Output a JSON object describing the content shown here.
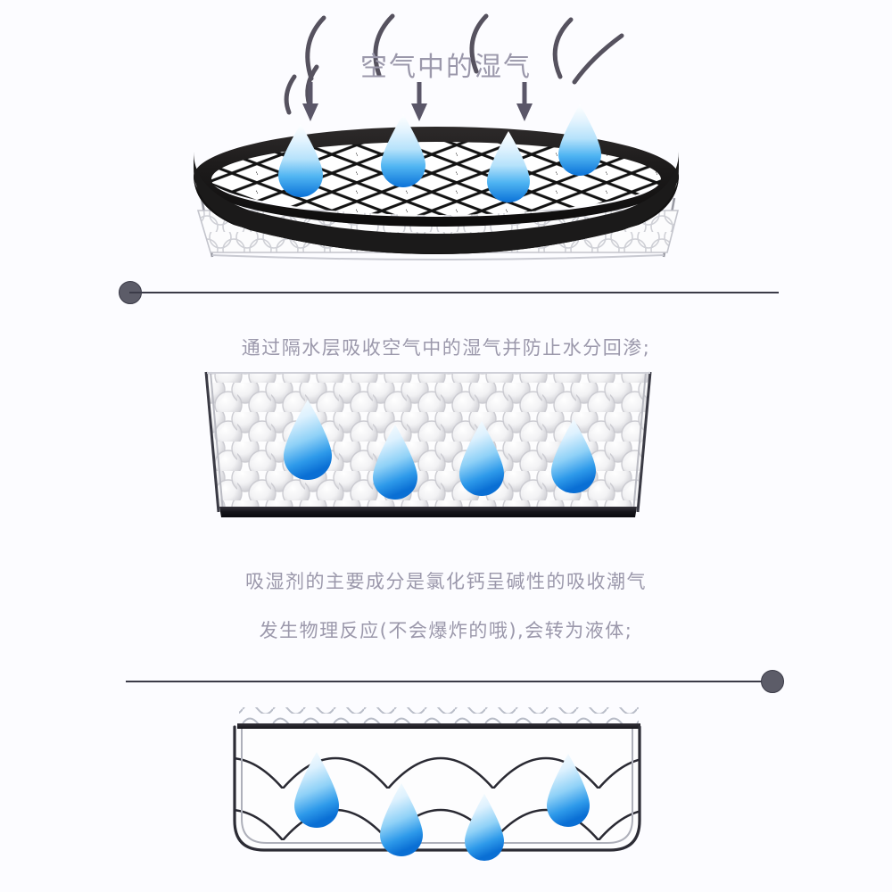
{
  "page": {
    "background_color": "#fcfcff",
    "text_color": "#9b98ab",
    "accent_line_color": "#3b3b48",
    "knob_color": "#5c5c68",
    "droplet_color_light": "#cfeafd",
    "droplet_color_dark": "#0b7fe0"
  },
  "title": {
    "text": "空气中的湿气"
  },
  "captions": {
    "line_1": "通过隔水层吸收空气中的湿气并防止水分回渗;",
    "line_2": "吸湿剂的主要成分是氯化钙呈碱性的吸收潮气",
    "line_3": "发生物理反应(不会爆炸的哦),会转为液体;"
  },
  "panels": [
    {
      "id": "panel-mesh-lid",
      "name": "black-oval-mesh-lid",
      "description": "黑色椭圆网格盖",
      "droplet_count": 4,
      "rim_color": "#1c1a1a",
      "mesh_color": "#141414"
    },
    {
      "id": "panel-beads",
      "name": "desiccant-bead-container",
      "description": "吸湿珠容器",
      "droplet_count": 4,
      "bead_color": "#d8d8dc",
      "base_bar_color": "#14141a"
    },
    {
      "id": "panel-liquid",
      "name": "liquid-collection-container",
      "description": "液体收集容器",
      "droplet_count": 4,
      "scale_line_color": "#2a2a33",
      "top_bar_color": "#17171d"
    }
  ],
  "arrows": {
    "count": 3,
    "label": "moisture-inflow-arrows",
    "color": "#5a5668"
  },
  "dividers": [
    {
      "id": "divider-1",
      "knob_side": "left"
    },
    {
      "id": "divider-2",
      "knob_side": "right"
    }
  ]
}
